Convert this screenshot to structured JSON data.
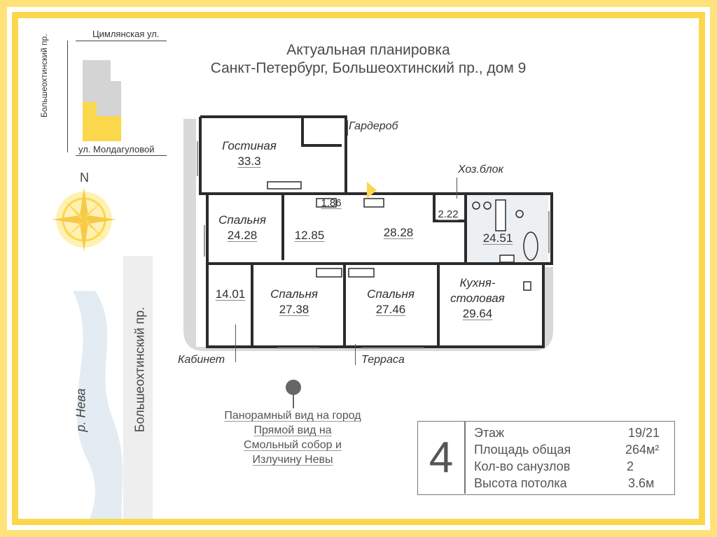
{
  "header": {
    "line1": "Актуальная планировка",
    "line2": "Санкт-Петербург, Большеохтинский пр., дом 9"
  },
  "location_map": {
    "street_top": "Цимлянская ул.",
    "street_bottom": "ул. Молдагуловой",
    "street_left": "Большеохтинский пр."
  },
  "compass": {
    "label": "N"
  },
  "river": {
    "label": "р. Нева"
  },
  "avenue": {
    "label": "Большеохтинский пр."
  },
  "rooms": {
    "living": {
      "name": "Гостиная",
      "area": "33.3"
    },
    "bedroom1": {
      "name": "Спальня",
      "area": "24.28"
    },
    "room_12": {
      "area": "12.85"
    },
    "room_186": {
      "area": "1.86"
    },
    "room_28": {
      "area": "28.28"
    },
    "room_222": {
      "area": "2.22"
    },
    "bath": {
      "area": "24.51"
    },
    "study": {
      "area": "14.01"
    },
    "bedroom2": {
      "name": "Спальня",
      "area": "27.38"
    },
    "bedroom3": {
      "name": "Спальня",
      "area": "27.46"
    },
    "kitchen": {
      "name_line1": "Кухня-",
      "name_line2": "столовая",
      "area": "29.64"
    }
  },
  "callouts": {
    "wardrobe": "Гардероб",
    "utility": "Хоз.блок",
    "study": "Кабинет",
    "terrace": "Терраса"
  },
  "views": {
    "line1": "Панорамный вид  на город",
    "line2": "Прямой вид на",
    "line3": "Смольный собор и",
    "line4": "Излучину Невы"
  },
  "info": {
    "number": "4",
    "floor_label": "Этаж",
    "floor_value": "19/21",
    "area_label": "Площадь общая",
    "area_value": "264м²",
    "bath_label": "Кол-во санузлов",
    "bath_value": "2",
    "height_label": "Высота потолка",
    "height_value": "3.6м"
  },
  "colors": {
    "accent_yellow": "#fbd74c",
    "wall": "#2b2b2b",
    "terrace": "#d9d9d9",
    "bath_tile": "#edf0f2"
  }
}
